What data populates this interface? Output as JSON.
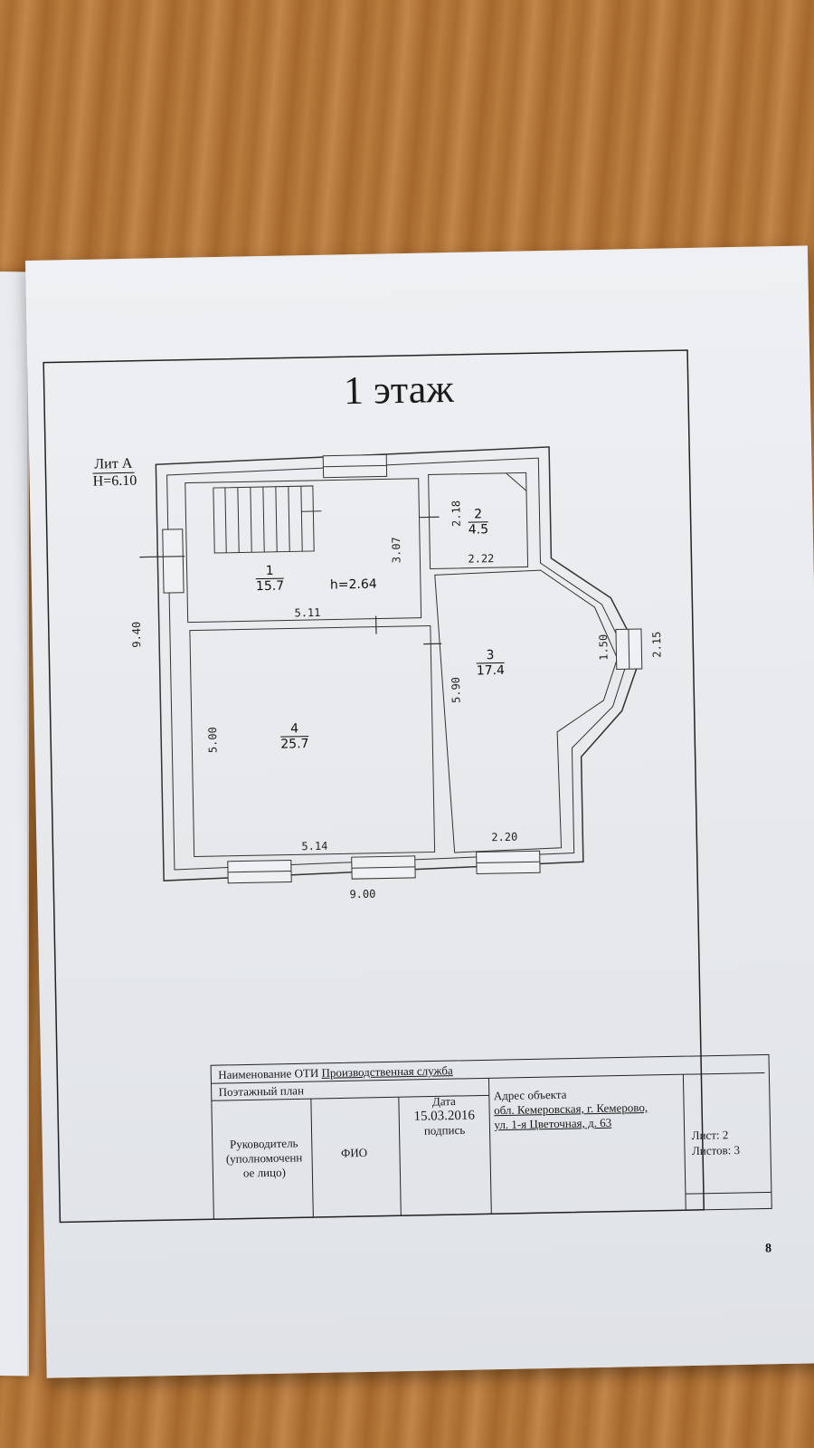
{
  "title": "1 этаж",
  "lit": {
    "line1": "Лит А",
    "line2": "H=6.10"
  },
  "rooms": [
    {
      "num": "1",
      "area": "15.7"
    },
    {
      "num": "2",
      "area": "4.5"
    },
    {
      "num": "3",
      "area": "17.4"
    },
    {
      "num": "4",
      "area": "25.7"
    }
  ],
  "ceiling_height": "h=2.64",
  "dims": {
    "overall_height": "9.40",
    "overall_width": "9.00",
    "room1_width": "5.11",
    "room1_height": "3.07",
    "room2_height": "2.18",
    "room2_width": "2.22",
    "room3_height": "5.90",
    "room3_width": "2.20",
    "bay_150": "1.50",
    "bay_215": "2.15",
    "room4_height": "5.00",
    "room4_width": "5.14"
  },
  "title_block": {
    "name_label": "Наименование ОТИ",
    "name_value": "Производственная служба",
    "plan_type": "Поэтажный план",
    "date_label": "Дата",
    "date_value": "15.03.2016",
    "signature_label": "подпись",
    "address_label": "Адрес объекта",
    "address_line1": "обл. Кемеровская, г. Кемерово,",
    "address_line2": "ул. 1-я Цветочная, д. 63",
    "head_line1": "Руководитель",
    "head_line2": "(уполномоченн",
    "head_line3": "ое лицо)",
    "fio": "ФИО",
    "sheet": "Лист: 2",
    "sheets": "Листов: 3"
  },
  "page_number": "8"
}
